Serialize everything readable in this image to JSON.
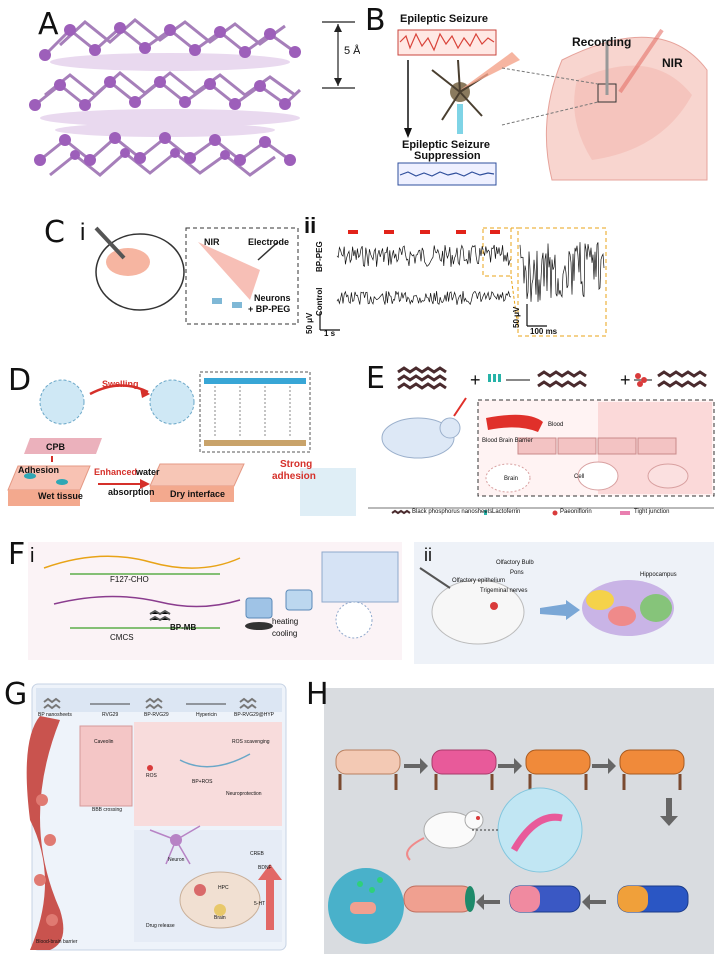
{
  "panels": {
    "A": {
      "label": "A",
      "spacing": "5 Å"
    },
    "B": {
      "label": "B",
      "seizure": "Epileptic Seizure",
      "suppression_1": "Epileptic Seizure",
      "suppression_2": "Suppression",
      "recording": "Recording",
      "nir": "NIR"
    },
    "C": {
      "label": "C",
      "sub_i": "i",
      "sub_ii": "ii",
      "nir": "NIR",
      "electrode": "Electrode",
      "neurons": "Neurons",
      "plus_bppeg": "+ BP-PEG",
      "trace1": "BP-PEG",
      "trace2": "Control",
      "scale_v": "50 μV",
      "scale_t": "1 s",
      "zoom_v": "50 μV",
      "zoom_t": "100 ms"
    },
    "D": {
      "label": "D",
      "swelling": "Swelling",
      "cpb": "CPB",
      "adhesion": "Adhesion",
      "wet": "Wet tissue",
      "enhanced": "Enhanced",
      "water_abs_1": "water",
      "water_abs_2": "absorption",
      "dry": "Dry interface",
      "strong_1": "Strong",
      "strong_2": "adhesion"
    },
    "E": {
      "label": "E",
      "blood": "Blood",
      "bbb": "Blood Brain Barrier",
      "brain": "Brain",
      "cell": "Cell",
      "legend": [
        "Black phosphorus nanosheets",
        "Lactoferrin",
        "Paeoniflorin",
        "Tight junction"
      ]
    },
    "F": {
      "label": "F",
      "sub_i": "i",
      "sub_ii": "ii",
      "f127": "F127-CHO",
      "cmcs": "CMCS",
      "bpmb": "BP-MB",
      "heating": "heating",
      "cooling": "cooling",
      "olfactory_bulb": "Olfactory Bulb",
      "pons": "Pons",
      "olf_epi": "Olfactory epithelium",
      "trig": "Trigeminal nerves",
      "hippo": "Hippocampus"
    },
    "G": {
      "label": "G",
      "bp": "BP nanosheets",
      "rvg": "RVG29",
      "bprvg": "BP-RVG29",
      "hyp": "Hypericin",
      "bprvghyp": "BP-RVG29@HYP",
      "ros": "ROS",
      "ros_scav": "ROS scavenging",
      "bpros": "BP+ROS",
      "neuroprot": "Neuroprotection",
      "bbb_cross": "BBB crossing",
      "caveolin": "Caveolin",
      "neuron": "Neuron",
      "creb": "CREB",
      "bdnf": "BDNF",
      "hpc": "HPC",
      "ht": "5-HT",
      "brain": "Brain",
      "drug": "Drug release",
      "barrier": "Blood-brain barrier"
    },
    "H": {
      "label": "H"
    }
  },
  "colors": {
    "purple": "#b48cc8",
    "red_trace": "#d9433a",
    "blue_trace": "#2f4f9c",
    "pink": "#f6c9c4",
    "orange": "#e8834a"
  }
}
